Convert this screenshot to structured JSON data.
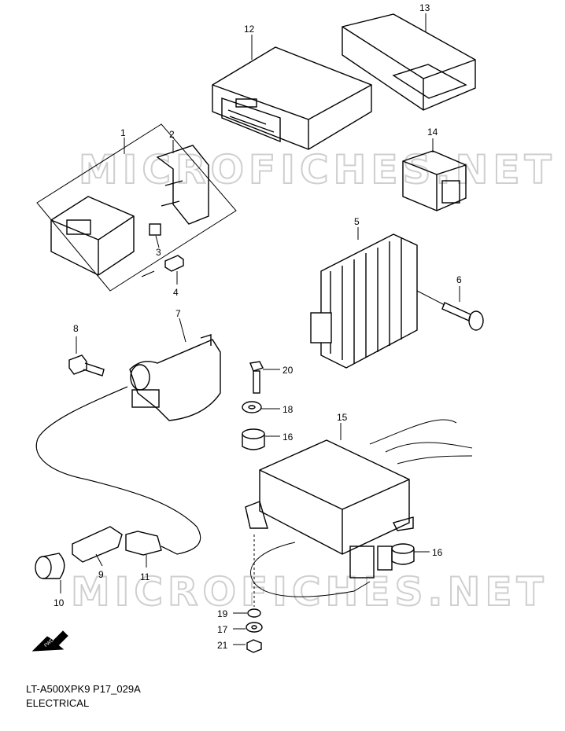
{
  "watermark": "MICROFICHES.NET",
  "diagram_code": "LT-A500XPK9 P17_029A",
  "diagram_title": "ELECTRICAL",
  "fwd_label": "FWD",
  "callouts": {
    "c1": "1",
    "c2": "2",
    "c3": "3",
    "c4": "4",
    "c5": "5",
    "c6": "6",
    "c7": "7",
    "c8": "8",
    "c9": "9",
    "c10": "10",
    "c11": "11",
    "c12": "12",
    "c13": "13",
    "c14": "14",
    "c15": "15",
    "c16a": "16",
    "c16b": "16",
    "c17": "17",
    "c18": "18",
    "c19": "19",
    "c20": "20",
    "c21": "21"
  }
}
